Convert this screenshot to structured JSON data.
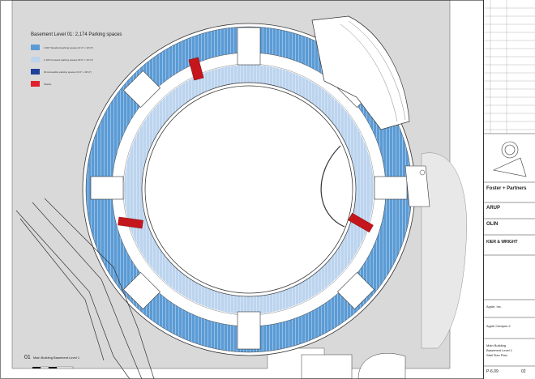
{
  "legend": {
    "title": "Basement Level 01: 2,174 Parking spaces",
    "items": [
      {
        "label": "1,997 Standard parking spaces (9'-0\" x 18'-0\")",
        "color": "#5b9bd5"
      },
      {
        "label": "1,109 Compact parking spaces (8'-6\" x 16'-0\")",
        "color": "#bcd4ee"
      },
      {
        "label": "46 Accessible parking spaces (9'-0\" x 18'-0\")",
        "color": "#1f3f99"
      },
      {
        "label": "Shelter",
        "color": "#e0202a"
      }
    ]
  },
  "title_block": {
    "architect": "Foster + Partners",
    "engineer": "ARUP",
    "landscape": "OLIN",
    "contractor": "KIER & WRIGHT",
    "client": "Apple, Inc.",
    "project": "Apple Campus 2",
    "drawing_title_1": "Main Building",
    "drawing_title_2": "Basement Level 1",
    "drawing_title_3": "Stall Size Plan",
    "drawing_number": "P-6.09",
    "revision": "02"
  },
  "caption": {
    "number": "01",
    "text": "Main Building Basement Level 1"
  },
  "colors": {
    "stall_standard": "#5b9bd5",
    "stall_compact": "#bcd4ee",
    "stall_accessible": "#1f3f99",
    "shelter": "#c4161c",
    "site_grey": "#d9d9d9"
  }
}
